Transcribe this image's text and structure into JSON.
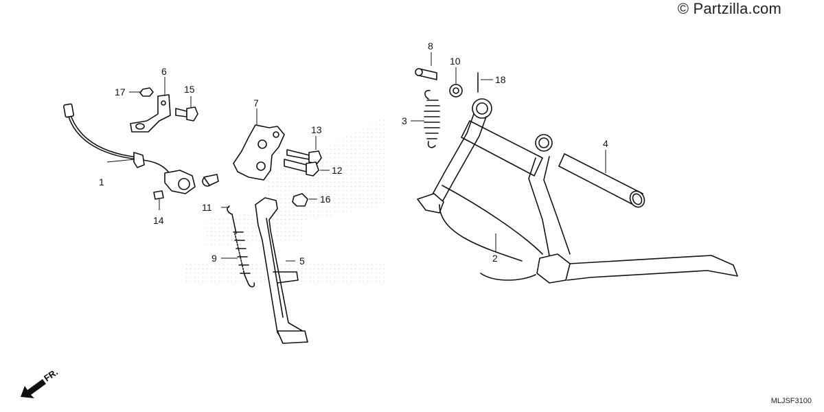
{
  "copyright": "© Partzilla.com",
  "drawing_code": "MLJSF3100",
  "direction_marker": {
    "label": "FR.",
    "icon": "front-direction-arrow-icon"
  },
  "callouts": [
    "1",
    "2",
    "3",
    "4",
    "5",
    "6",
    "7",
    "8",
    "9",
    "10",
    "11",
    "12",
    "13",
    "14",
    "15",
    "16",
    "17",
    "18"
  ]
}
